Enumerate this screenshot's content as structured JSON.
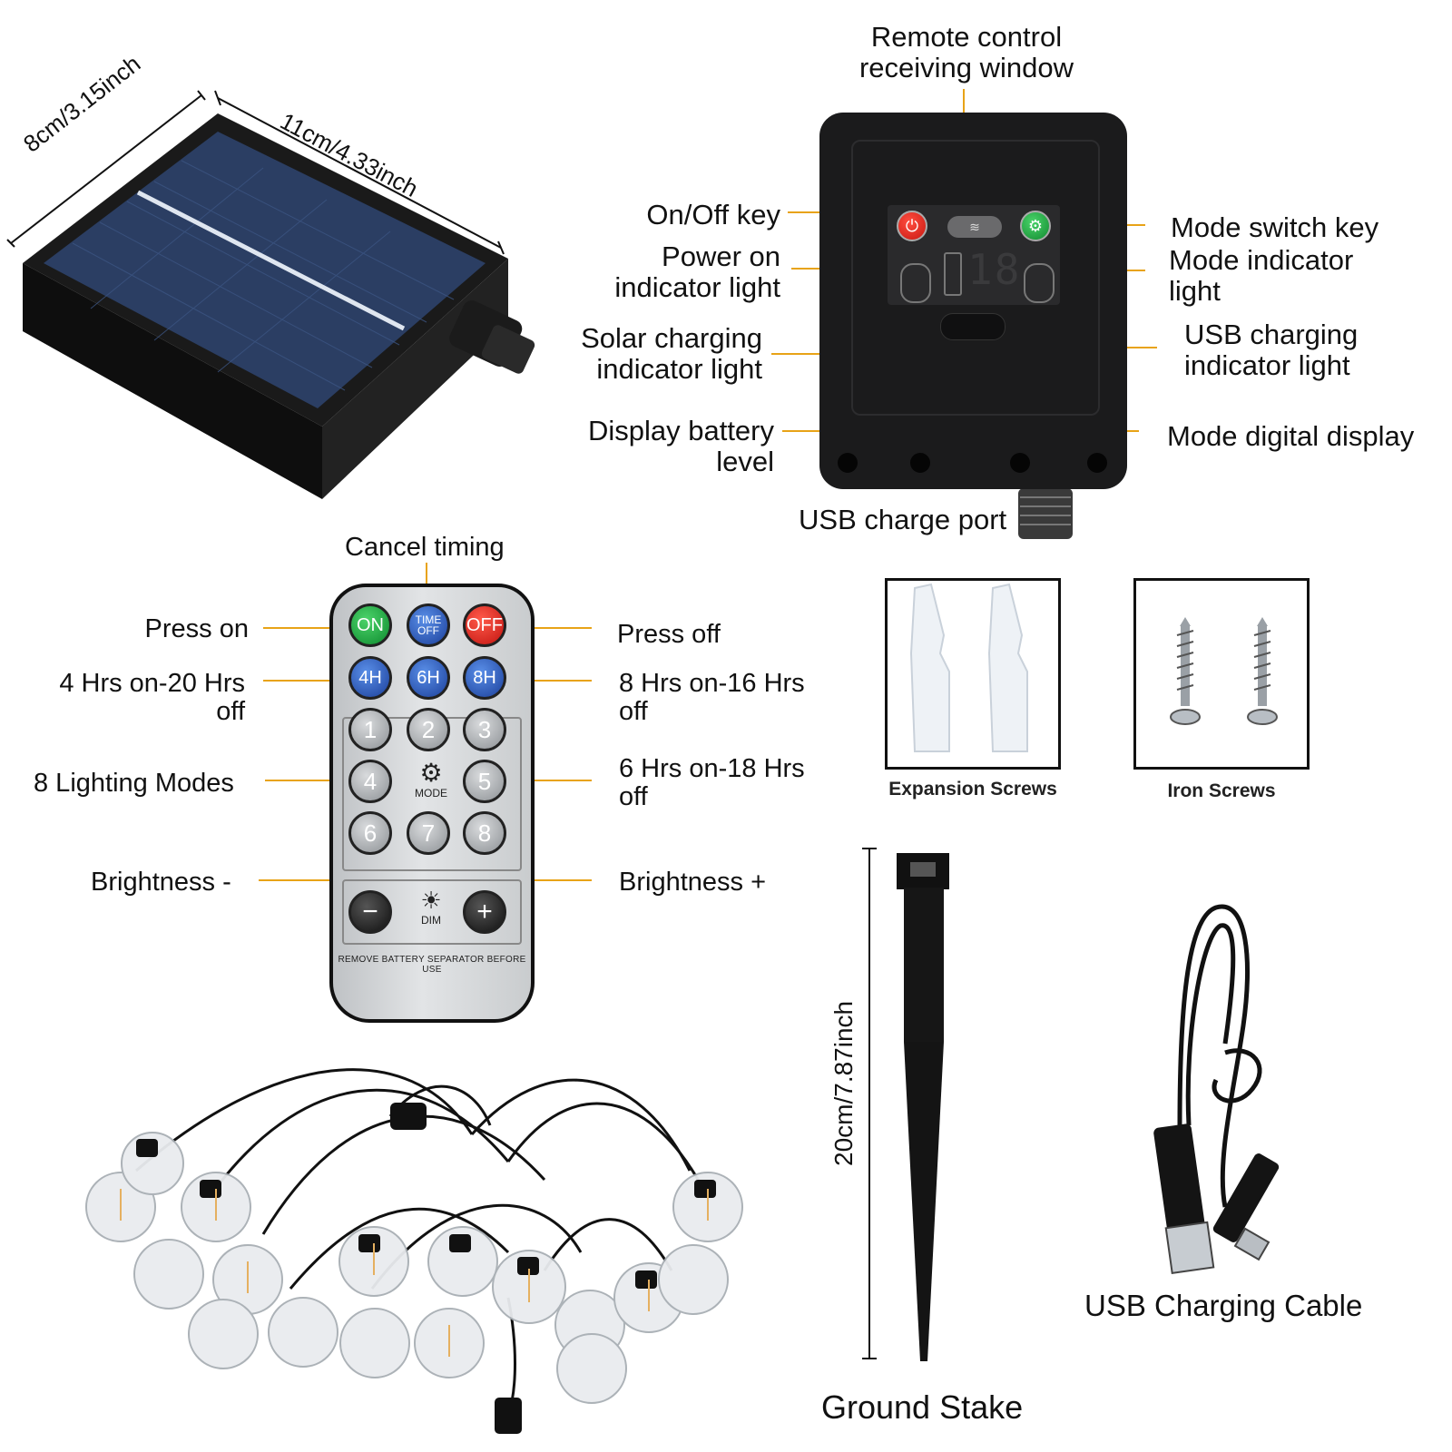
{
  "solar_panel": {
    "dim_width": "8cm/3.15inch",
    "dim_length": "11cm/4.33inch"
  },
  "controller": {
    "labels": {
      "remote_window": [
        "Remote control",
        "receiving window"
      ],
      "on_off_key": "On/Off key",
      "power_indicator": [
        "Power on",
        "indicator light"
      ],
      "solar_indicator": [
        "Solar charging",
        "indicator light"
      ],
      "battery_display": [
        "Display battery",
        "level"
      ],
      "usb_port": "USB charge port",
      "mode_switch": "Mode switch key",
      "mode_indicator": [
        "Mode indicator",
        "light"
      ],
      "usb_indicator": [
        "USB charging",
        "indicator light"
      ],
      "mode_display": "Mode digital display"
    },
    "display_digit": "18"
  },
  "remote": {
    "labels": {
      "cancel_timing": "Cancel timing",
      "press_on": "Press on",
      "press_off": "Press off",
      "four_hrs": [
        "4 Hrs on-20 Hrs",
        "off"
      ],
      "eight_hrs": [
        "8 Hrs on-16 Hrs",
        "off"
      ],
      "six_hrs": [
        "6 Hrs on-18 Hrs",
        "off"
      ],
      "lighting_modes": "8 Lighting Modes",
      "brightness_minus": "Brightness -",
      "brightness_plus": "Brightness +"
    },
    "buttons": {
      "on": "ON",
      "time_off": [
        "TIME",
        "OFF"
      ],
      "off": "OFF",
      "h4": "4H",
      "h6": "6H",
      "h8": "8H",
      "modes": [
        "1",
        "2",
        "3",
        "4",
        "5",
        "6",
        "7",
        "8"
      ],
      "mode_label": "MODE",
      "dim_label": "DIM",
      "minus": "−",
      "plus": "+"
    },
    "warning": "REMOVE BATTERY SEPARATOR BEFORE USE"
  },
  "accessories": {
    "expansion_screws": "Expansion Screws",
    "iron_screws": "Iron Screws",
    "stake_dim": "20cm/7.87inch",
    "ground_stake": "Ground Stake",
    "usb_cable": "USB Charging Cable"
  },
  "colors": {
    "leader_line": "#e8a317",
    "panel_cell": "#1e3050",
    "on_button": "#0d8a2e",
    "off_button": "#c21410",
    "timer_button": "#1b3f9a"
  }
}
